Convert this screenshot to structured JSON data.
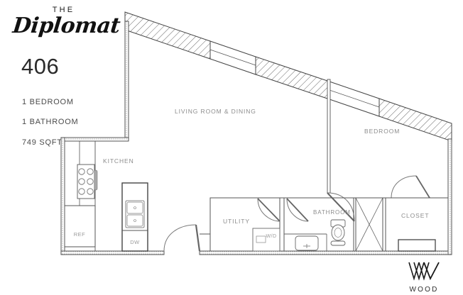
{
  "brand": {
    "prefix": "THE",
    "name": "Diplomat"
  },
  "unit": {
    "number": "406",
    "bedrooms": "1 BEDROOM",
    "bathrooms": "1 BATHROOM",
    "area": "749 SQFT"
  },
  "rooms": {
    "living": "LIVING ROOM & DINING",
    "bedroom": "BEDROOM",
    "kitchen": "KITCHEN",
    "bathroom": "BATHROOM",
    "utility": "UTILITY",
    "closet": "CLOSET"
  },
  "appliances": {
    "refrigerator": "REF",
    "dishwasher": "DW",
    "washer_dryer": "W/D"
  },
  "builder": {
    "mark": "w-monogram-icon",
    "wordmark": "WOOD"
  },
  "colors": {
    "wall_stroke": "#444444",
    "interior_stroke": "#555555",
    "label_text": "#8c8c8c",
    "spec_text": "#4a4a4a",
    "unit_text": "#2b2b2b",
    "background": "#ffffff"
  }
}
